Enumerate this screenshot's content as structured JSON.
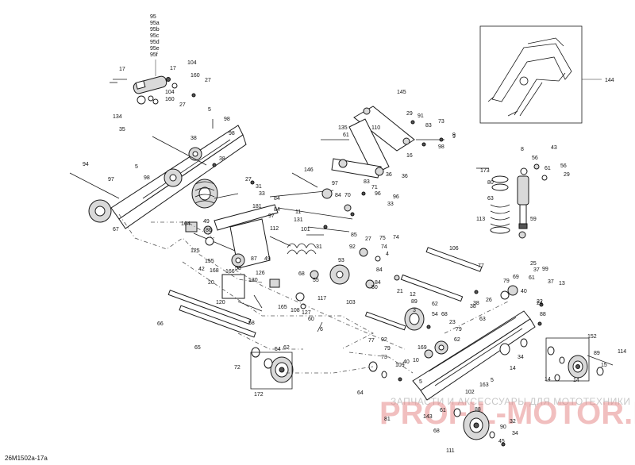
{
  "diagram": {
    "reference_code": "26M1502a-17a",
    "watermark_line1": "ЗАПЧАСТИ И АКСЕССУАРЫ ДЛЯ МОТОТЕХНИКИ",
    "watermark_logo": "PROFIL-MOTOR.RU",
    "shock_stack_labels": [
      "95",
      "95a",
      "95b",
      "95c",
      "95d",
      "95e",
      "95f"
    ],
    "callouts": [
      "17",
      "104",
      "160",
      "27",
      "17",
      "134",
      "35",
      "104",
      "160",
      "27",
      "98",
      "5",
      "98",
      "38",
      "94",
      "97",
      "5",
      "38",
      "67",
      "98",
      "27",
      "31",
      "84",
      "33",
      "181",
      "84",
      "97",
      "11",
      "131",
      "146",
      "164",
      "86",
      "49",
      "125",
      "155",
      "87",
      "49",
      "112",
      "101",
      "31",
      "145",
      "110",
      "29",
      "91",
      "83",
      "73",
      "135",
      "61",
      "98",
      "9",
      "16",
      "36",
      "36",
      "97",
      "84",
      "70",
      "83",
      "71",
      "96",
      "33",
      "85",
      "27",
      "75",
      "74",
      "4",
      "92",
      "93",
      "42",
      "168",
      "166",
      "53",
      "20",
      "120",
      "126",
      "130",
      "55",
      "68",
      "165",
      "108",
      "127",
      "117",
      "58",
      "60",
      "6",
      "103",
      "84",
      "84",
      "12",
      "89",
      "21",
      "66",
      "65",
      "72",
      "54",
      "62",
      "172",
      "77",
      "79",
      "169",
      "73",
      "64",
      "5",
      "109",
      "40",
      "106",
      "77",
      "9",
      "8",
      "56",
      "43",
      "173",
      "80",
      "63",
      "113",
      "61",
      "59",
      "56",
      "29",
      "144",
      "25",
      "37",
      "99",
      "69",
      "79",
      "13",
      "37",
      "61",
      "40",
      "88",
      "24",
      "54",
      "62",
      "68",
      "23",
      "79",
      "62",
      "22",
      "63",
      "38",
      "26",
      "34",
      "38",
      "14",
      "14",
      "152",
      "89",
      "114",
      "15",
      "102",
      "88",
      "163",
      "81",
      "143",
      "61",
      "32",
      "90",
      "34",
      "68",
      "111",
      "45",
      "14",
      "5",
      "92",
      "10",
      "74",
      "96",
      "50",
      "3"
    ]
  }
}
